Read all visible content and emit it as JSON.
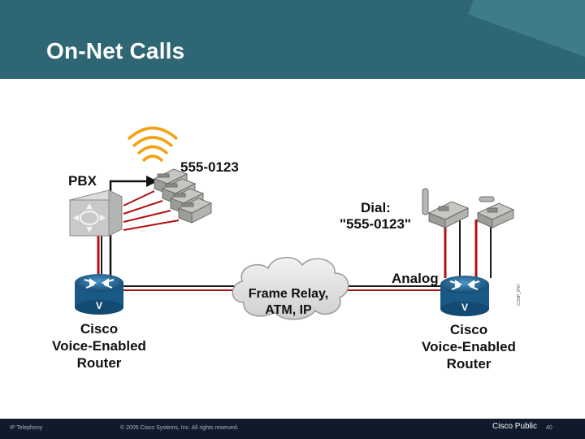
{
  "slide": {
    "title": "On-Net Calls"
  },
  "diagram": {
    "pbx_label": "PBX",
    "phone_number": "555-0123",
    "dial_line1": "Dial:",
    "dial_line2": "\"555-0123\"",
    "analog_label": "Analog",
    "cloud_line1": "Frame Relay,",
    "cloud_line2": "ATM, IP",
    "router_left": {
      "badge": "V",
      "line1": "Cisco",
      "line2": "Voice-Enabled",
      "line3": "Router"
    },
    "router_right": {
      "badge": "V",
      "line1": "Cisco",
      "line2": "Voice-Enabled",
      "line3": "Router"
    },
    "figure_id": "CCNP_IP07"
  },
  "footer": {
    "left": "IP Telephony",
    "copyright": "© 2005 Cisco Systems, Inc. All rights reserved.",
    "classification": "Cisco Public",
    "page": "40"
  },
  "colors": {
    "header": "#2f6673",
    "footer": "#0f1a2b",
    "line_red": "#b01111",
    "router_blue": "#1c5f8f"
  }
}
